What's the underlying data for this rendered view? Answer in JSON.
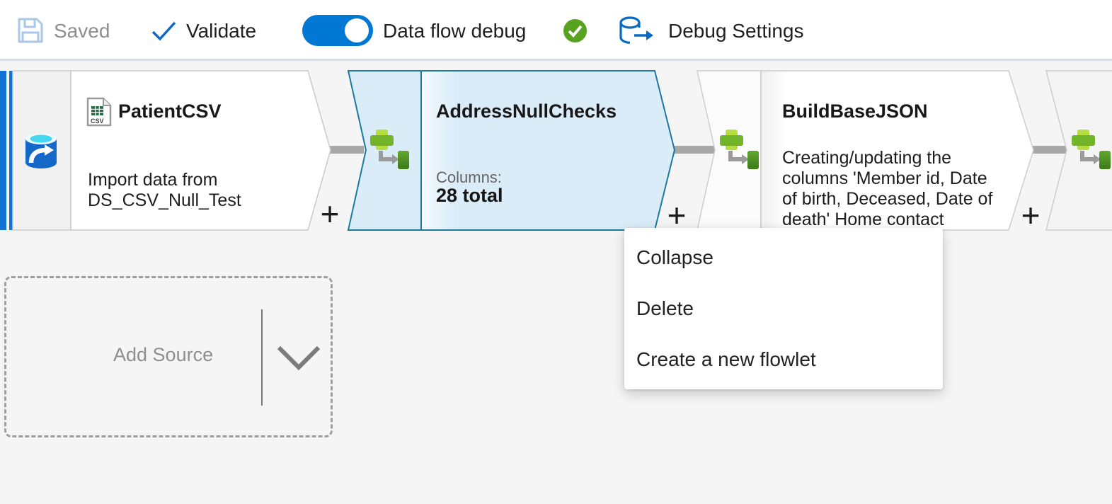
{
  "toolbar": {
    "saved_label": "Saved",
    "validate_label": "Validate",
    "debug_toggle_label": "Data flow debug",
    "debug_toggle_on": true,
    "debug_settings_label": "Debug Settings"
  },
  "nodes": {
    "source": {
      "title": "PatientCSV",
      "desc_lines": [
        "Import data from",
        "DS_CSV_Null_Test"
      ]
    },
    "derived1": {
      "title": "AddressNullChecks",
      "columns_label": "Columns:",
      "columns_value": "28 total",
      "selected": true
    },
    "derived2": {
      "title": "BuildBaseJSON",
      "desc_lines": [
        "Creating/updating the",
        "columns 'Member id, Date",
        "of birth, Deceased, Date of",
        "death' Home contact address,"
      ]
    }
  },
  "ui": {
    "plus": "+"
  },
  "context_menu": {
    "items": [
      {
        "label": "Collapse"
      },
      {
        "label": "Delete"
      },
      {
        "label": "Create a new flowlet"
      }
    ]
  },
  "add_source": {
    "label": "Add Source"
  },
  "icons": {
    "save": "floppy-disk",
    "validate": "checkmark",
    "debug_status": "check-circle",
    "debug_settings": "database-export",
    "source_dataset": "database-arrow",
    "csv_file": "csv-file",
    "csv_label": "CSV",
    "derived_column": "derived-column",
    "add_source_chevron": "chevron-down",
    "plus": "plus"
  },
  "colors": {
    "accent_blue": "#0078d4",
    "validate_blue": "#0a6ac6",
    "success_green": "#57a21f",
    "selected_fill": "#d9ecf8",
    "selected_border": "#1b7a9e",
    "node_border": "#c9c9c9",
    "connector_gray": "#a7a7a7",
    "canvas_bg": "#f5f5f5",
    "icon_green_light": "#b5df40",
    "icon_green_mid": "#73b52a",
    "icon_green_dark": "#3c7a19"
  }
}
